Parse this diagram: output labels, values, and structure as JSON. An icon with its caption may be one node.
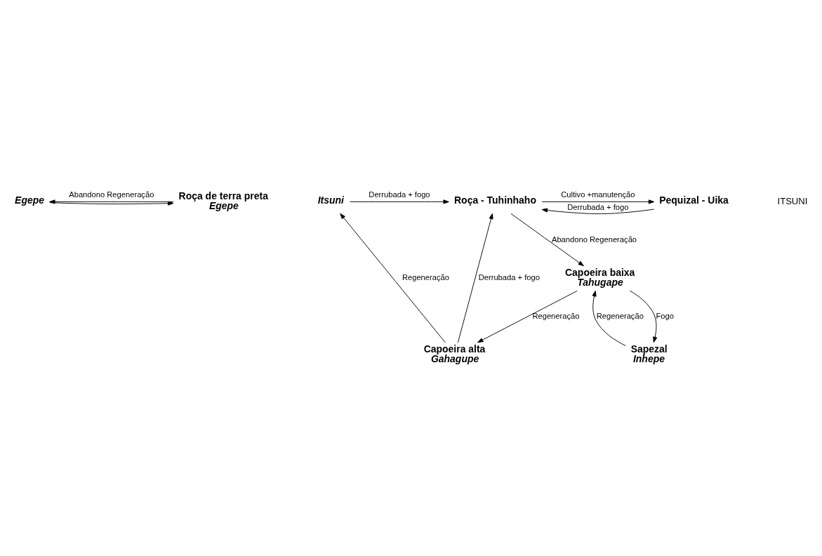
{
  "diagram": {
    "nodes": [
      {
        "text": [
          "Egepe"
        ]
      },
      {
        "text": [
          "Itsuni"
        ]
      },
      {
        "text": [
          "Roça de terra preta",
          "Egepe"
        ]
      },
      {
        "text": [
          "Roça - Tuhinhaho"
        ]
      },
      {
        "text": [
          "Pequizal - Uika"
        ]
      },
      {
        "text": [
          "Capoeira baixa",
          "Tahugape"
        ]
      },
      {
        "text": [
          "Capoeira alta",
          "Gahagupe"
        ]
      },
      {
        "text": [
          "Sapezal",
          "Inhepe"
        ]
      }
    ],
    "edges": [
      {
        "from": 2,
        "to": 0,
        "arrow": "to",
        "label": "Abandono Regeneração"
      },
      {
        "from": 0,
        "to": 2,
        "arrow": "to"
      },
      {
        "from": 1,
        "to": 3,
        "arrow": "to",
        "label": "Derrubada + fogo"
      },
      {
        "from": 4,
        "to": 3,
        "arrow": "to",
        "label": "Derrubada + fogo"
      },
      {
        "from": 3,
        "to": 4,
        "arrow": "to",
        "label": "Cultivo +manutenção"
      },
      {
        "from": 3,
        "to": 5,
        "arrow": "to",
        "label": "Abandono Regeneração"
      },
      {
        "from": 6,
        "to": 1,
        "arrow": "to",
        "label": "Regeneração"
      },
      {
        "from": 6,
        "to": 3,
        "arrow": "to",
        "label": "Derrubada + fogo"
      },
      {
        "from": 5,
        "to": 6,
        "arrow": "to",
        "label": "Regeneração"
      },
      {
        "from": 5,
        "to": 7,
        "arrow": "to",
        "label": "Fogo"
      },
      {
        "from": 7,
        "to": 5,
        "arrow": "to",
        "label": "Regeneração"
      }
    ],
    "labels": [
      "ITSUNI"
    ]
  }
}
